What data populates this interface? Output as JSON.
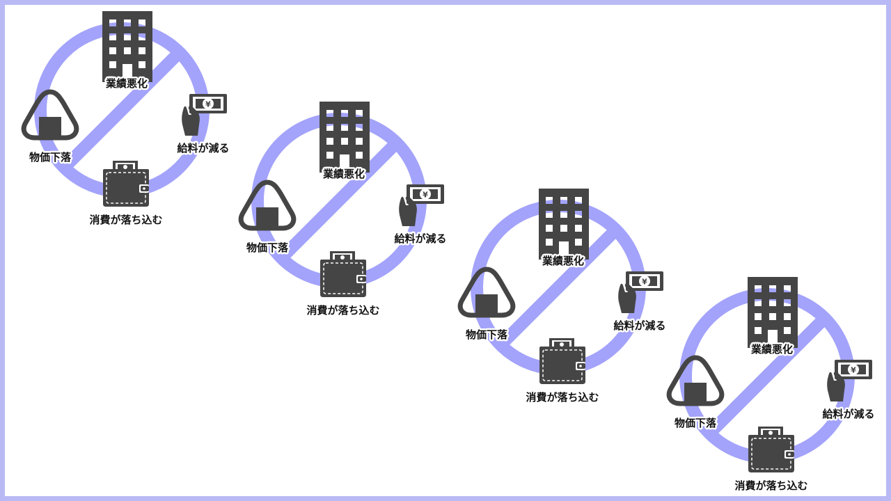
{
  "colors": {
    "frame": "#b9b9f5",
    "ring": "#a3a3fb",
    "icon": "#454545",
    "text": "#111111"
  },
  "icons": [
    "building-icon",
    "hand-money-icon",
    "wallet-icon",
    "rice-ball-icon"
  ],
  "cycles": [
    {
      "labels": {
        "top": "業績悪化",
        "right": "給料が減る",
        "bottom": "消費が落ち込む",
        "left": "物価下落"
      }
    },
    {
      "labels": {
        "top": "業績悪化",
        "right": "給料が減る",
        "bottom": "消費が落ち込む",
        "left": "物価下落"
      }
    },
    {
      "labels": {
        "top": "業績悪化",
        "right": "給料が減る",
        "bottom": "消費が落ち込む",
        "left": "物価下落"
      }
    },
    {
      "labels": {
        "top": "業績悪化",
        "right": "給料が減る",
        "bottom": "消費が落ち込む",
        "left": "物価下落"
      }
    }
  ]
}
